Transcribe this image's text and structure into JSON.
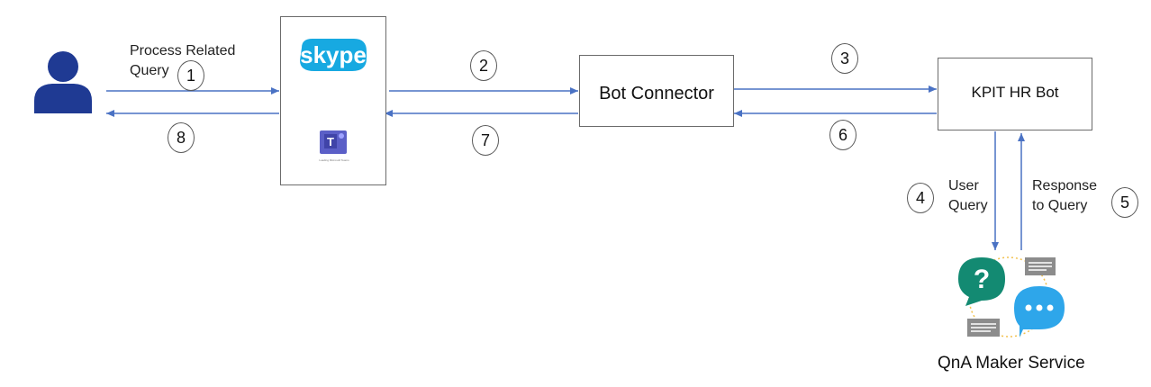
{
  "nodes": {
    "channels": {
      "skype_wordmark": "skype",
      "teams_caption": "Loading Microsoft Teams"
    },
    "connector": {
      "label": "Bot Connector"
    },
    "bot": {
      "label": "KPIT HR Bot"
    },
    "qna": {
      "label": "QnA Maker Service"
    }
  },
  "labels": {
    "user_query_line1": "Process Related",
    "user_query_line2": "Query",
    "qna_request_line1": "User",
    "qna_request_line2": "Query",
    "qna_response_line1": "Response",
    "qna_response_line2": "to Query"
  },
  "steps": [
    "1",
    "2",
    "3",
    "4",
    "5",
    "6",
    "7",
    "8"
  ],
  "colors": {
    "arrow": "#4a72c4",
    "user": "#1f3a93",
    "skype": "#17a9e1",
    "teams": "#5b5fc7",
    "qna_question": "#138a72",
    "qna_answer": "#2ea6ea",
    "doc_icon": "#8c8c8c",
    "ring": "#f2c14e"
  }
}
